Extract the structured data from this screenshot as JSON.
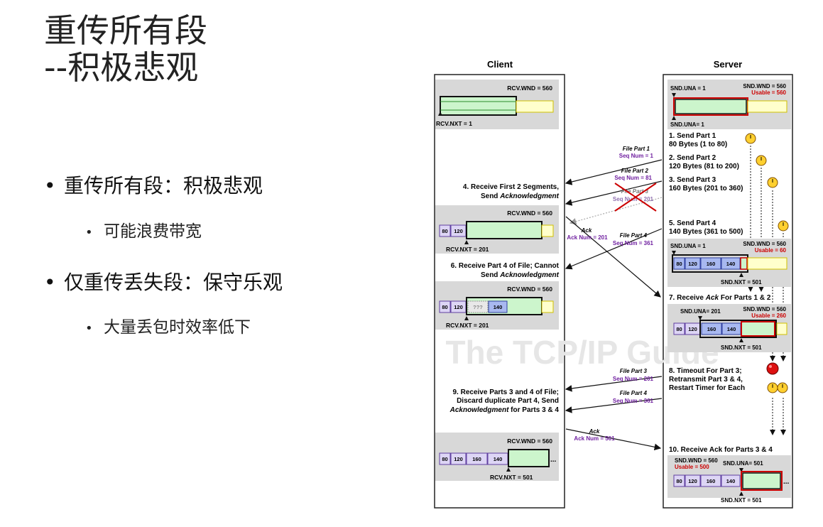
{
  "slide": {
    "title_line1": "重传所有段",
    "title_line2": "--积极悲观",
    "bullets": [
      {
        "text": "重传所有段：积极悲观",
        "sub": "可能浪费带宽"
      },
      {
        "text": "仅重传丢失段：保守乐观",
        "sub": "大量丢包时效率低下"
      }
    ],
    "bullet_glyph": "•"
  },
  "diagram": {
    "client_label": "Client",
    "server_label": "Server",
    "watermark": "The TCP/IP Guide",
    "client": {
      "rcv_wnd": "RCV.WND = 560",
      "rcv_nxt_1": "RCV.NXT = 1",
      "event4_line1": "4. Receive First 2 Segments,",
      "event4_line2a": "Send ",
      "event4_line2b": "Acknowledgment",
      "rcv_nxt_201": "RCV.NXT = 201",
      "event6_line1": "6. Receive Part 4 of File; Cannot",
      "event6_line2a": "Send ",
      "event6_line2b": "Acknowledgment",
      "unknown": "???",
      "event9_line1": "9. Receive Parts 3 and 4 of File;",
      "event9_line2": "Discard duplicate Part 4, Send",
      "event9_line3a": "Acknowledgment",
      "event9_line3b": " for Parts 3 & 4",
      "rcv_nxt_501": "RCV.NXT = 501",
      "ellipsis": "..."
    },
    "server": {
      "snd_una_1": "SND.UNA = 1",
      "snd_wnd": "SND.WND = 560",
      "usable_560": "Usable = 560",
      "usable_60": "Usable = 60",
      "usable_260": "Usable = 260",
      "usable_500": "Usable = 500",
      "snd_una_201": "SND.UNA= 201",
      "snd_una_501": "SND.UNA= 501",
      "snd_nxt_1": "SND.UNA= 1",
      "snd_nxt_501": "SND.NXT = 501",
      "e1_l1": "1. Send Part 1",
      "e1_l2": "80 Bytes (1 to 80)",
      "e2_l1": "2. Send Part 2",
      "e2_l2": "120 Bytes (81 to 200)",
      "e3_l1": "3. Send Part 3",
      "e3_l2": "160 Bytes (201 to 360)",
      "e5_l1": "5. Send Part 4",
      "e5_l2": "140 Bytes (361 to 500)",
      "e7a": "7. Receive ",
      "e7b": "Ack",
      "e7c": " For Parts 1 & 2",
      "e8_l1": "8. Timeout For Part 3;",
      "e8_l2": "Retransmit Part 3 & 4,",
      "e8_l3": "Restart Timer for Each",
      "e10": "10. Receive Ack for Parts 3 & 4"
    },
    "segments": {
      "s1": "80",
      "s2": "120",
      "s3": "160",
      "s4": "140"
    },
    "messages": {
      "fp1": "File Part 1",
      "seq1": "Seq Num = 1",
      "fp2": "File Part 2",
      "seq81": "Seq Num = 81",
      "fp3": "File Part 3",
      "seq201": "Seq Num = 201",
      "fp4": "File Part 4",
      "seq361": "Seq Num = 361",
      "ack": "Ack",
      "ack201": "Ack Num = 201",
      "ack501": "Ack Num = 501"
    },
    "colors": {
      "window_green": "#ccf5cc",
      "usable_yellow": "#ffffcc",
      "seg_purple": "#ddd5f5",
      "seg_blue": "#a8b8f0",
      "lost_red": "#cc0000",
      "seq_purple": "#7020a0"
    }
  }
}
